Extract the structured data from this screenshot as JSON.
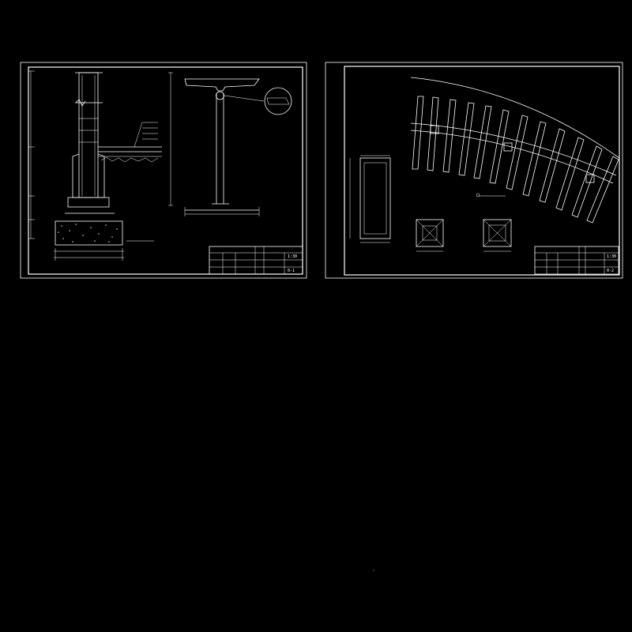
{
  "drawing": {
    "background": "#000000",
    "line_color": "#ffffff",
    "sheets": [
      {
        "id": "sheet-left",
        "title_block": {
          "scale": "1:30",
          "sheet_no": "0-1"
        }
      },
      {
        "id": "sheet-right",
        "title_block": {
          "scale": "1:30",
          "sheet_no": "0-2"
        }
      }
    ]
  }
}
